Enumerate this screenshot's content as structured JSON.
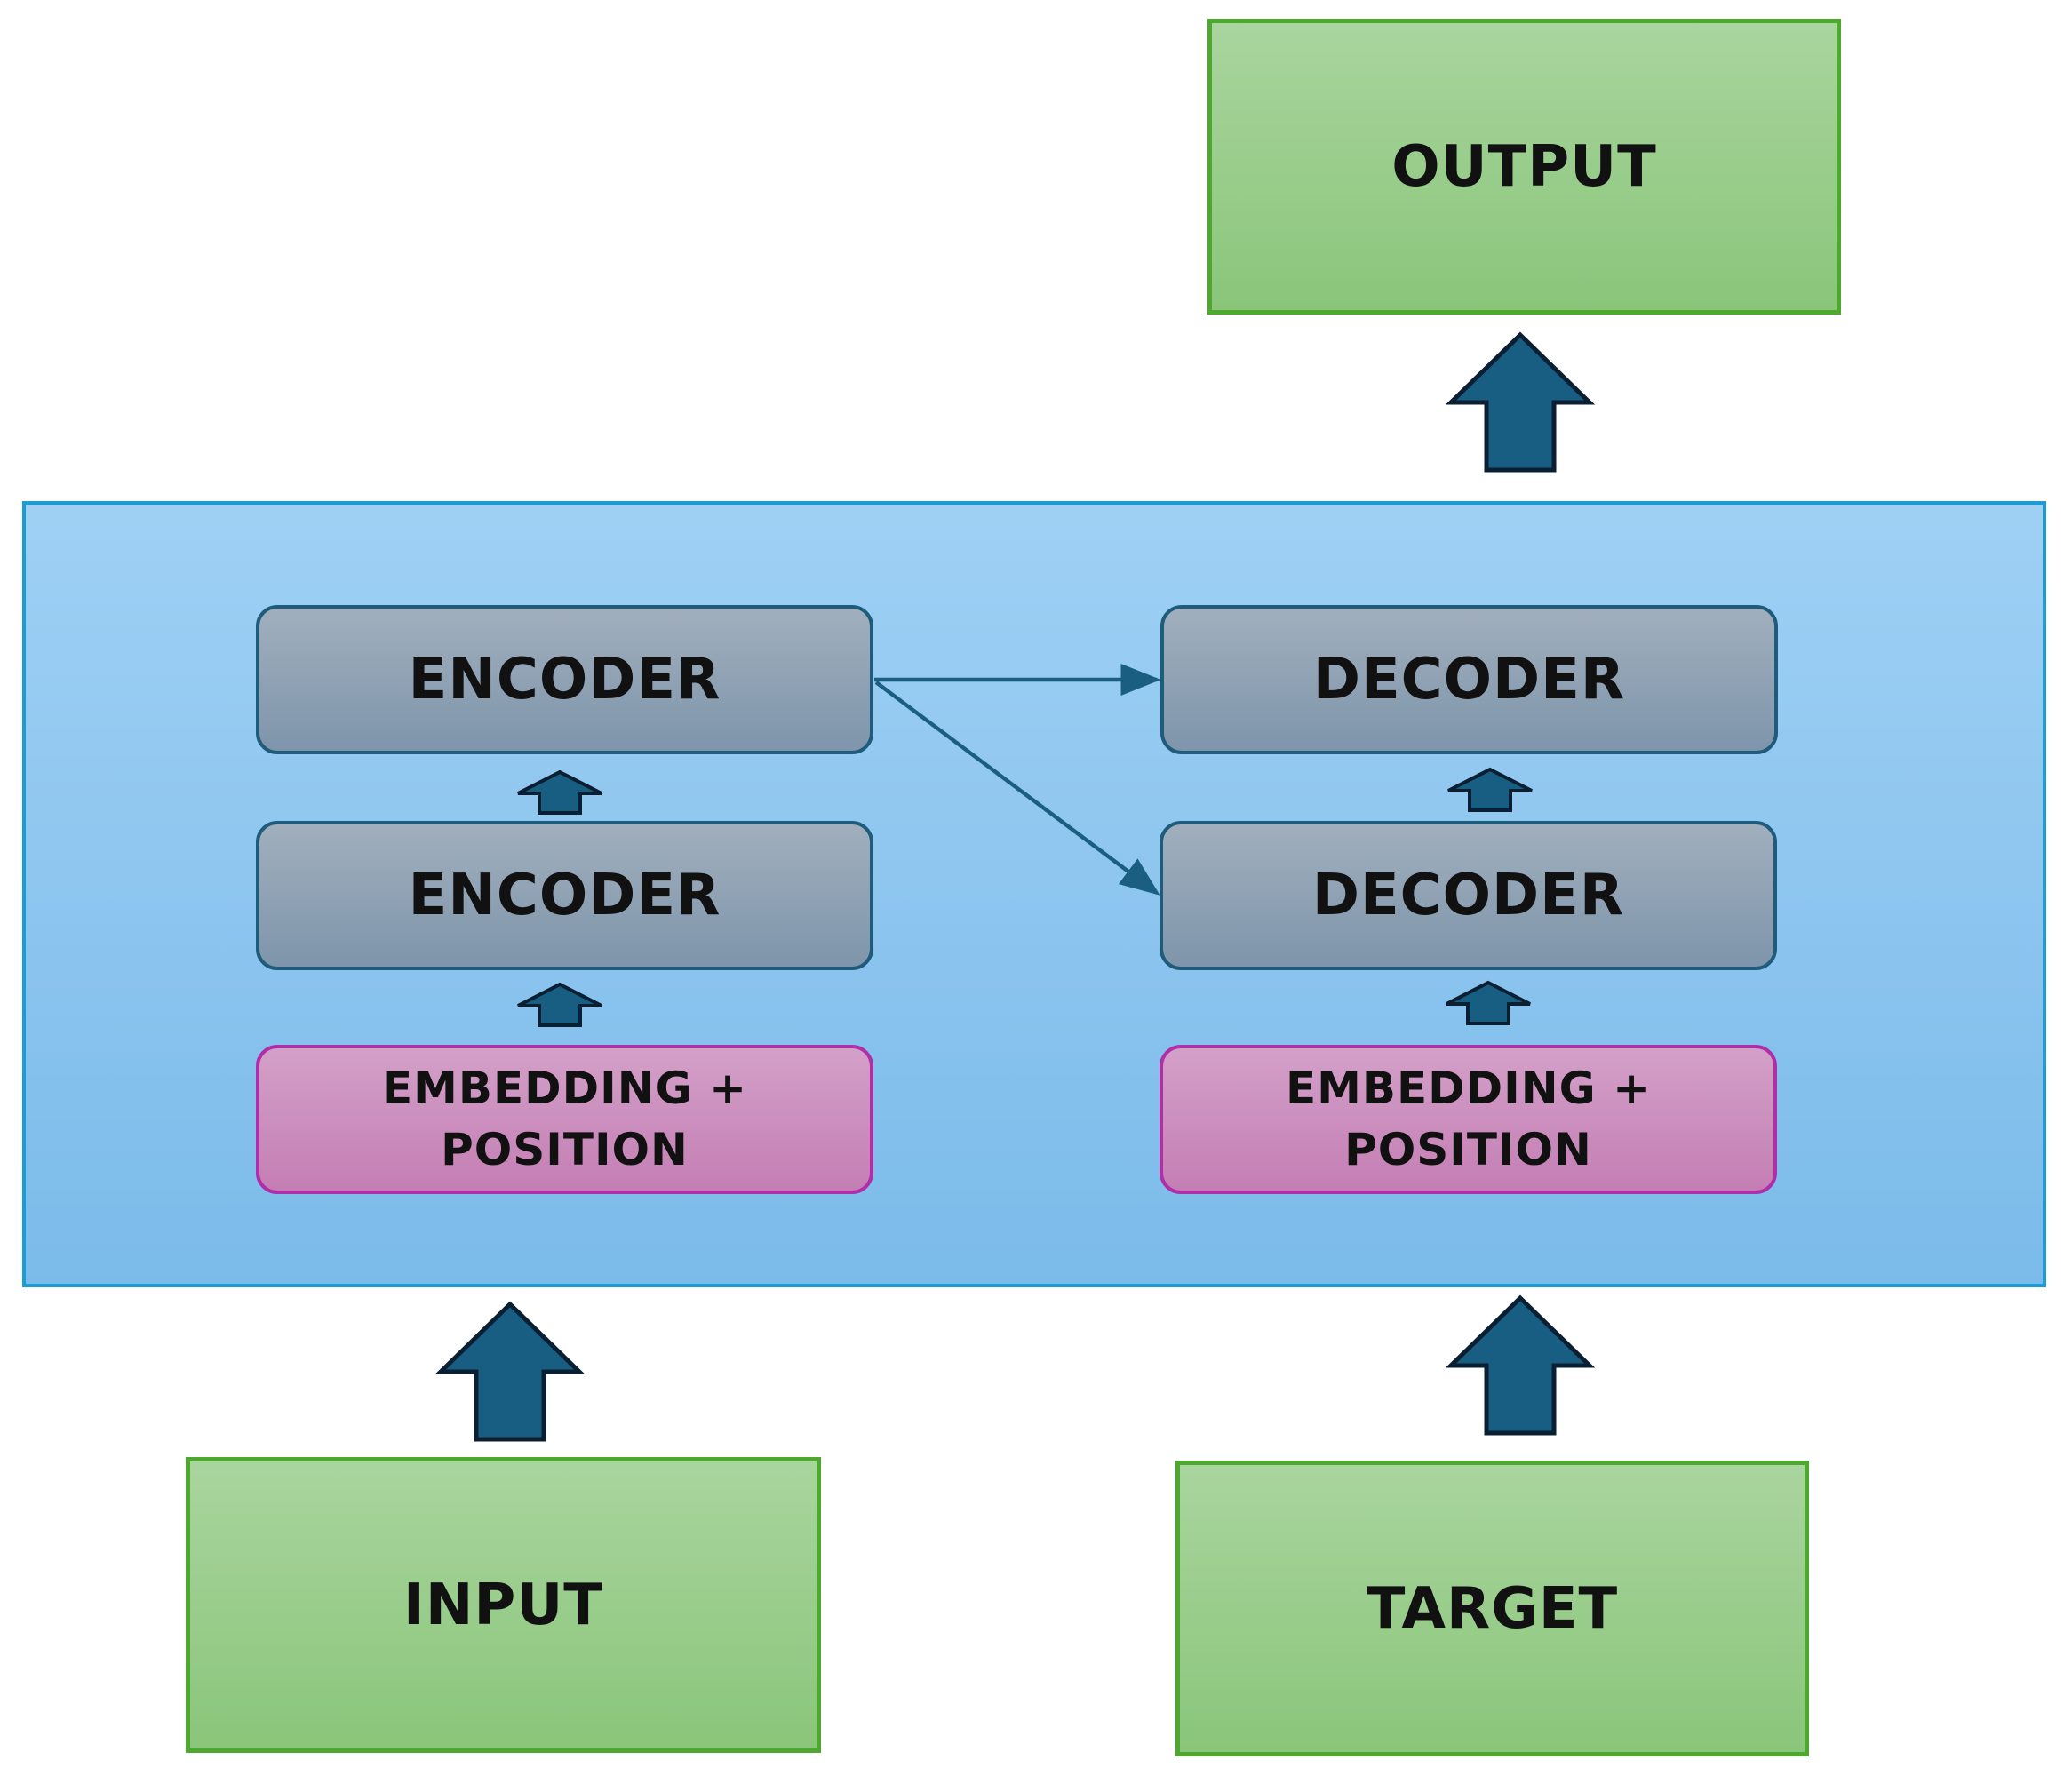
{
  "colors": {
    "arrow_fill": "#175e82",
    "arrow_stroke": "#0b1f33",
    "connector": "#1a5f82",
    "io_box_border": "#4ea72e",
    "io_box_fill_top": "#a9d59e",
    "io_box_fill_bottom": "#8ac57a",
    "panel_border": "#1c9bd4",
    "panel_fill_top": "#9fd0f4",
    "panel_fill_bottom": "#7bbbea",
    "block_border": "#1f5b7a",
    "embedding_border": "#b02ea8"
  },
  "output": {
    "label": "OUTPUT"
  },
  "input": {
    "label": "INPUT"
  },
  "target": {
    "label": "TARGET"
  },
  "encoder_stack": {
    "top_label": "ENCODER",
    "bottom_label": "ENCODER",
    "embedding_line1": "EMBEDDING +",
    "embedding_line2": "POSITION"
  },
  "decoder_stack": {
    "top_label": "DECODER",
    "bottom_label": "DECODER",
    "embedding_line1": "EMBEDDING +",
    "embedding_line2": "POSITION"
  },
  "icons": {
    "flow_arrow": "up-arrow-icon",
    "connector": "right-arrow-connector"
  }
}
